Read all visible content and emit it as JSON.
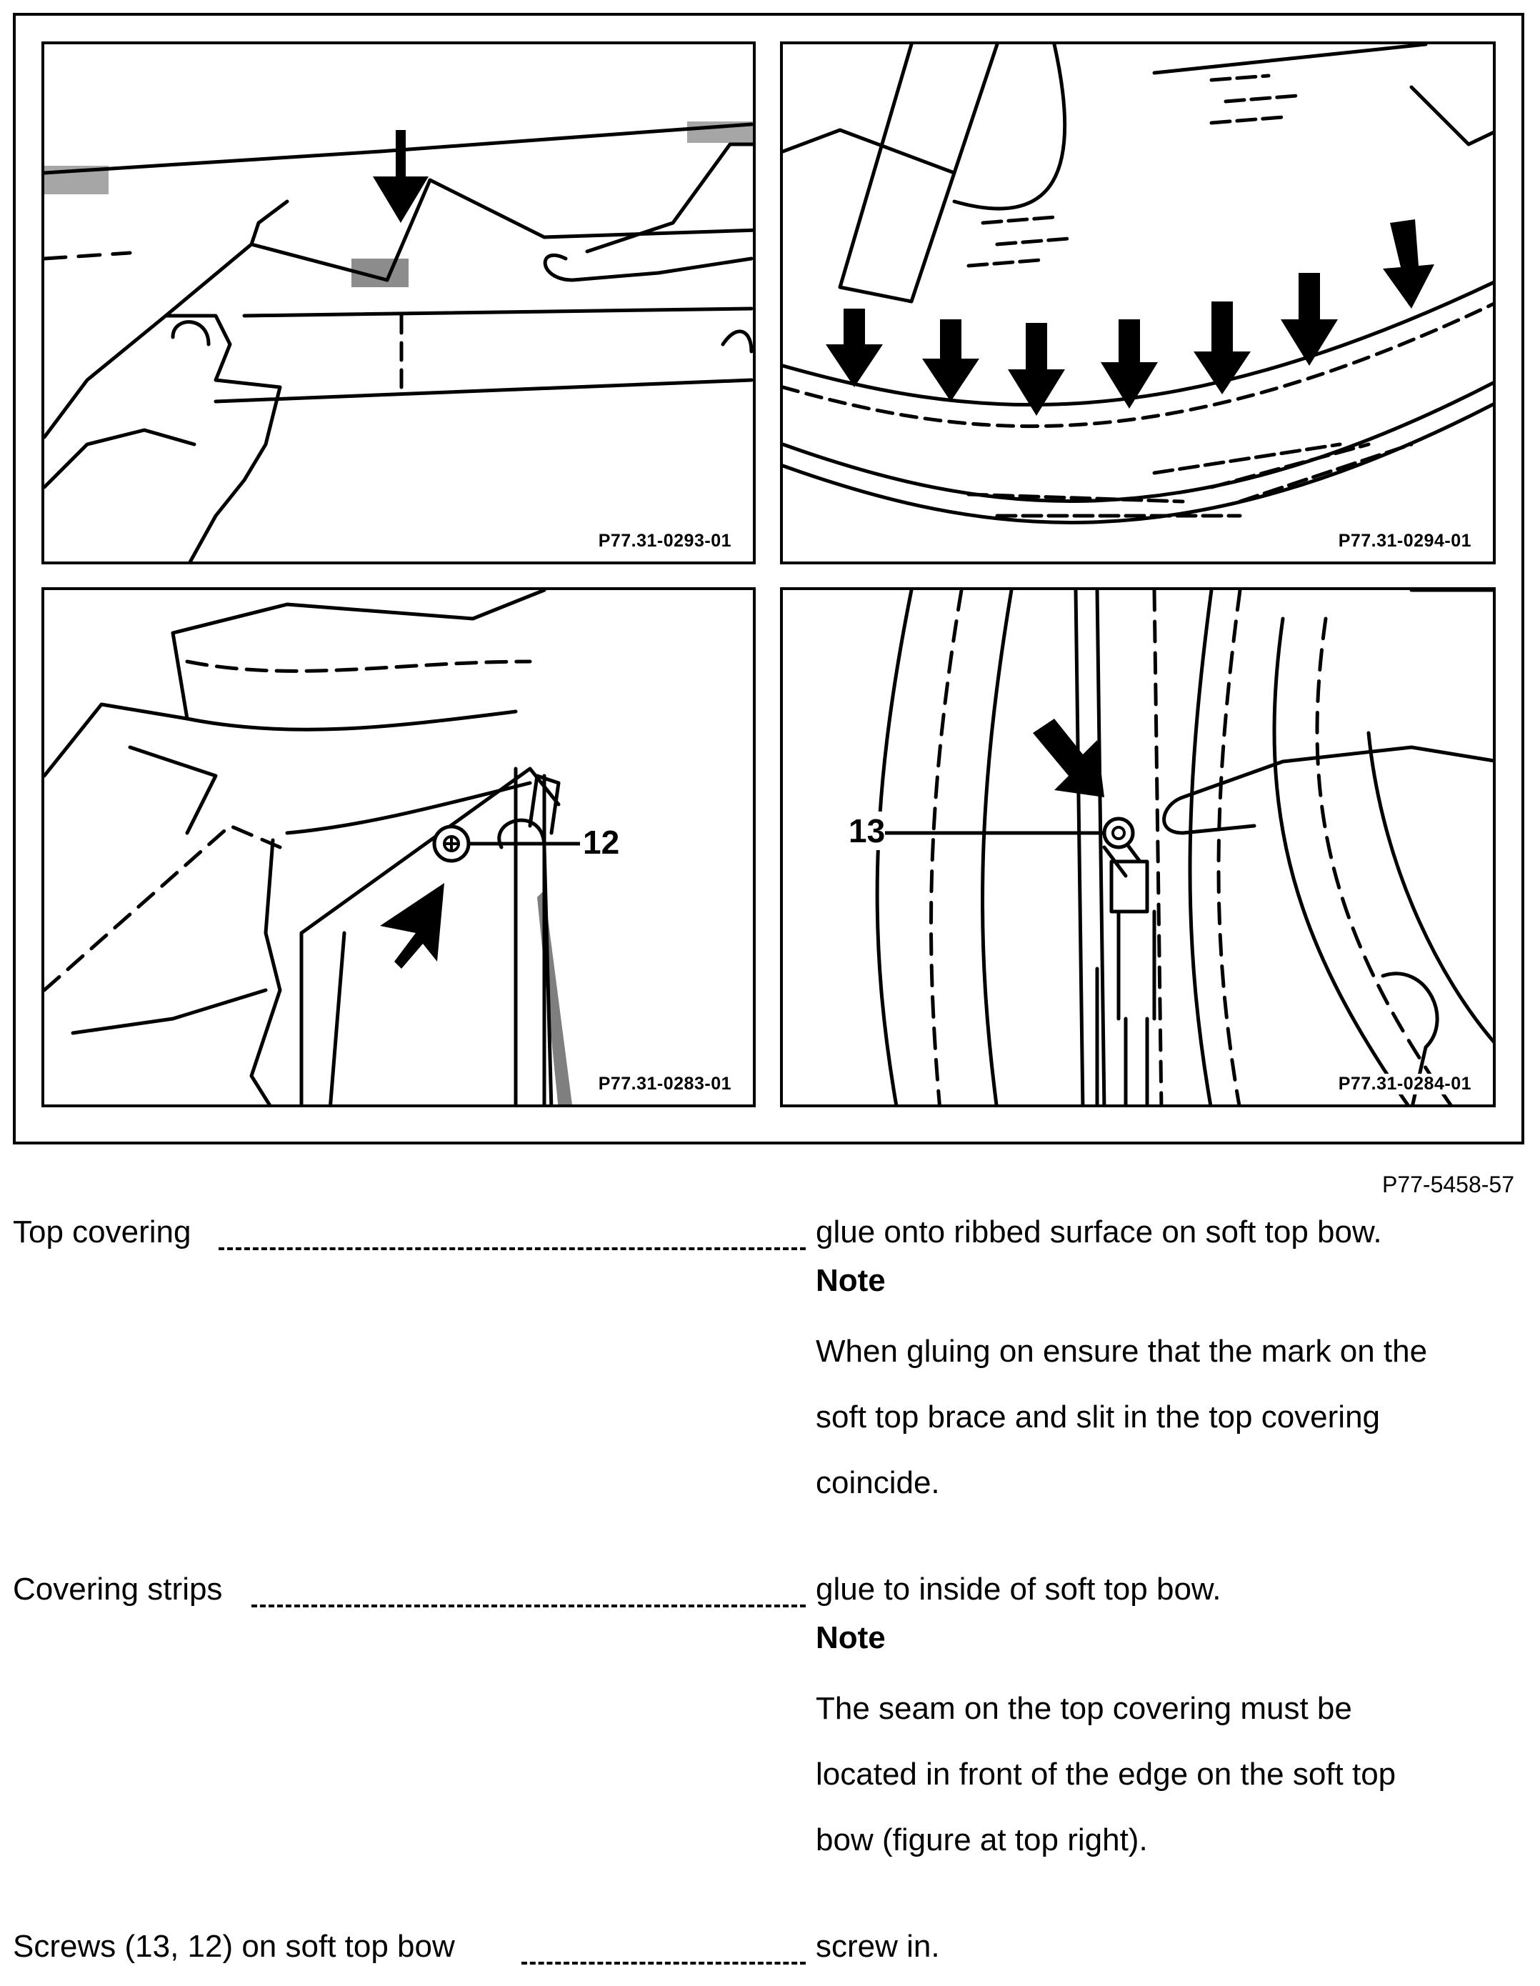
{
  "figure": {
    "panels": [
      {
        "code": "P77.31-0293-01"
      },
      {
        "code": "P77.31-0294-01"
      },
      {
        "code": "P77.31-0283-01",
        "callout": "12"
      },
      {
        "code": "P77.31-0284-01",
        "callout": "13"
      }
    ],
    "figure_id": "P77-5458-57"
  },
  "steps": [
    {
      "label": "Top covering",
      "instruction": "glue onto ribbed surface on soft top bow.",
      "note_heading": "Note",
      "note_lines": [
        "When gluing on ensure that the mark on the",
        "soft top brace and slit in the top covering",
        "coincide."
      ]
    },
    {
      "label": "Covering strips",
      "instruction": "glue to inside of soft top bow.",
      "note_heading": "Note",
      "note_lines": [
        "The seam on the top covering must be",
        "located in front of the edge on the soft top",
        "bow (figure at top right)."
      ]
    },
    {
      "label": "Screws (13, 12) on soft top bow",
      "instruction": "screw in."
    }
  ]
}
